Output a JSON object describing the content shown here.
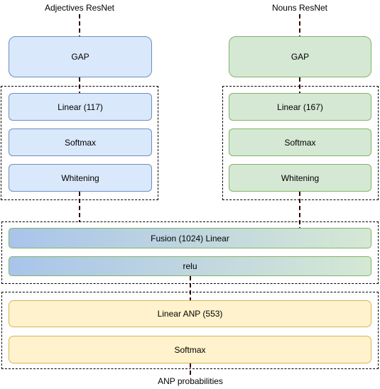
{
  "inputs": {
    "adjectives": "Adjectives ResNet",
    "nouns": "Nouns ResNet"
  },
  "adjectives_branch": {
    "gap": "GAP",
    "linear": "Linear (117)",
    "softmax": "Softmax",
    "whitening": "Whitening"
  },
  "nouns_branch": {
    "gap": "GAP",
    "linear": "Linear (167)",
    "softmax": "Softmax",
    "whitening": "Whitening"
  },
  "fusion": {
    "linear": "Fusion (1024) Linear",
    "activation": "relu"
  },
  "output_block": {
    "linear": "Linear ANP (553)",
    "softmax": "Softmax"
  },
  "output": "ANP probabilities",
  "colors": {
    "blue_fill": "#dae8fc",
    "blue_stroke": "#6c8ebf",
    "green_fill": "#d5e8d4",
    "green_stroke": "#82b366",
    "yellow_fill": "#fff2cc",
    "yellow_stroke": "#d6b656",
    "connector": "#330000"
  }
}
